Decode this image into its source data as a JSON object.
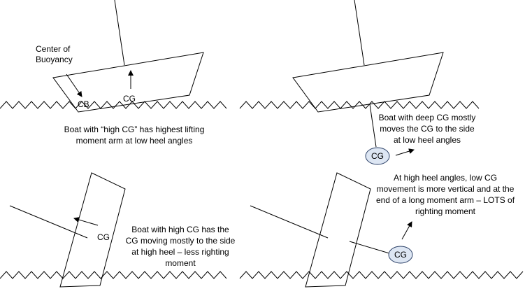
{
  "colors": {
    "stroke": "#000000",
    "ballast_fill": "#dde6f3",
    "ballast_stroke": "#2a3f66",
    "background": "#ffffff"
  },
  "labels": {
    "center_of_buoyancy_line1": "Center of",
    "center_of_buoyancy_line2": "Buoyancy",
    "cb": "CB",
    "cg_top_left": "CG",
    "cg_top_right": "CG",
    "cg_bottom_left": "CG",
    "cg_bottom_right": "CG"
  },
  "captions": {
    "top_left": [
      "Boat with “high CG” has highest lifting",
      "moment arm at low heel angles"
    ],
    "top_right": [
      "Boat with deep CG mostly",
      "moves the CG to the side",
      "at low heel angles"
    ],
    "bottom_left": [
      "Boat with high CG has the",
      "CG moving mostly to the side",
      "at high heel – less righting",
      "moment"
    ],
    "bottom_right": [
      "At high heel angles, low CG",
      "movement is more vertical and at the",
      "end of a long moment arm – LOTS of",
      "righting moment"
    ]
  }
}
